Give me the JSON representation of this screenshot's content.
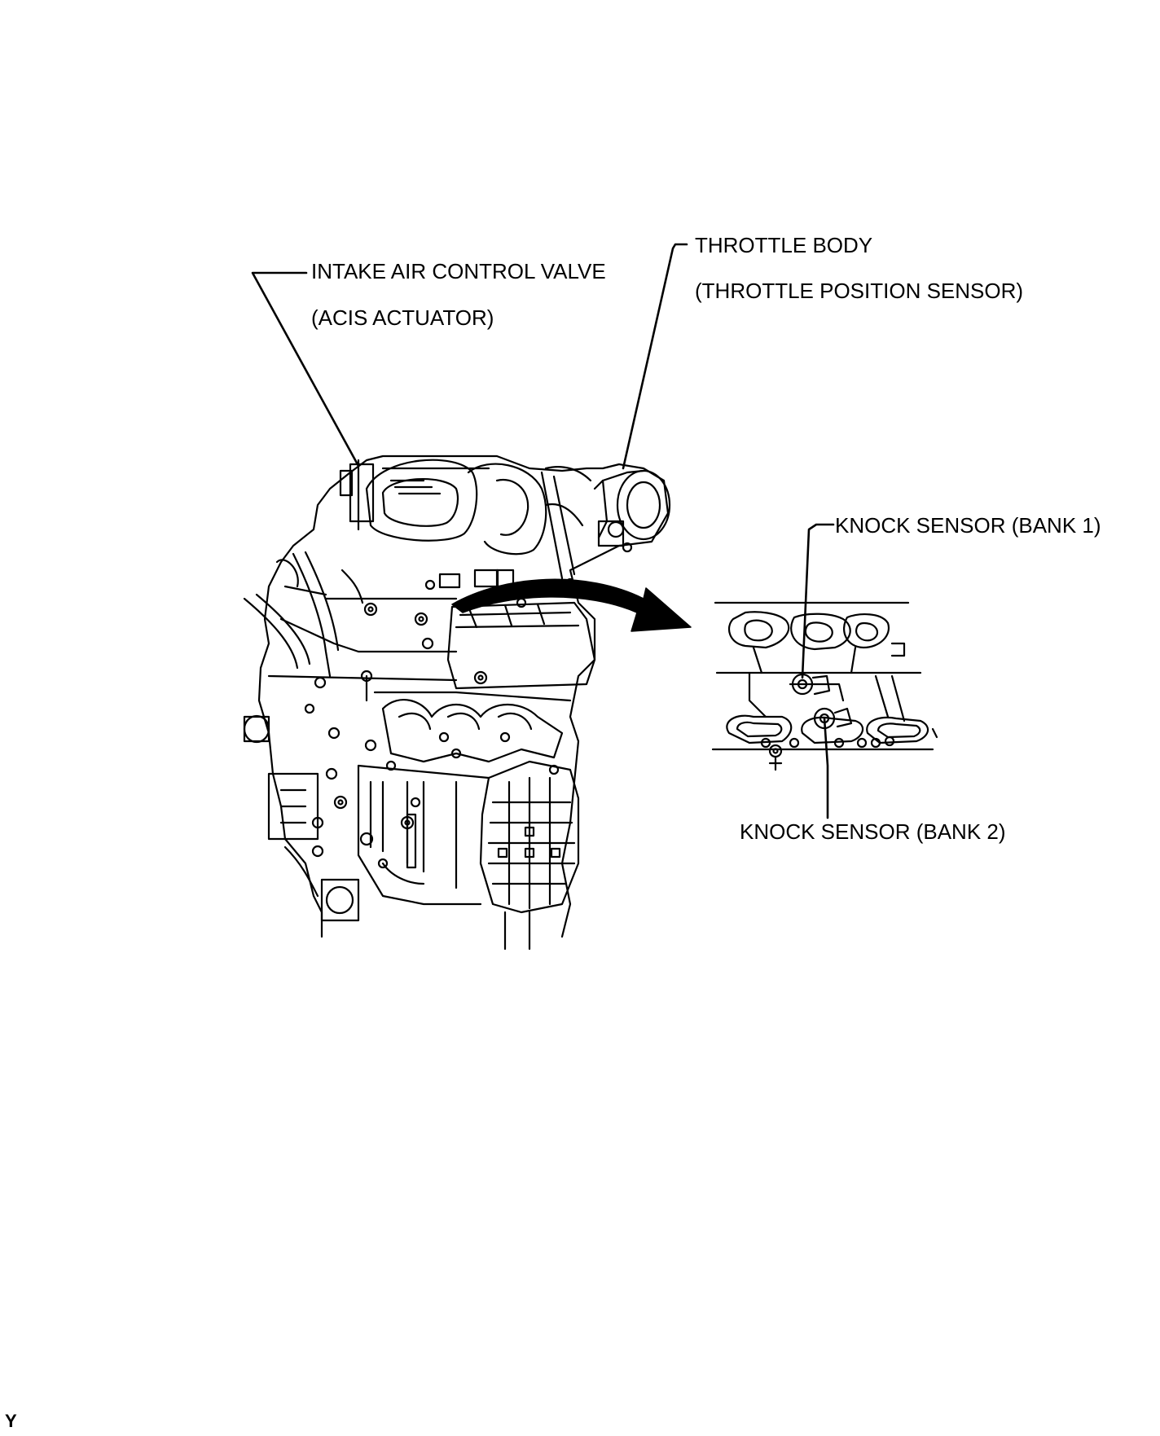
{
  "labels": {
    "intake_line1": "INTAKE AIR CONTROL VALVE",
    "intake_line2": "(ACIS ACTUATOR)",
    "throttle_line1": "THROTTLE BODY",
    "throttle_line2": "(THROTTLE POSITION SENSOR)",
    "knock_bank1": "KNOCK SENSOR  (BANK 1)",
    "knock_bank2": "KNOCK SENSOR (BANK 2)"
  },
  "corner_code": "Y",
  "colors": {
    "ink": "#000000",
    "paper": "#ffffff"
  }
}
